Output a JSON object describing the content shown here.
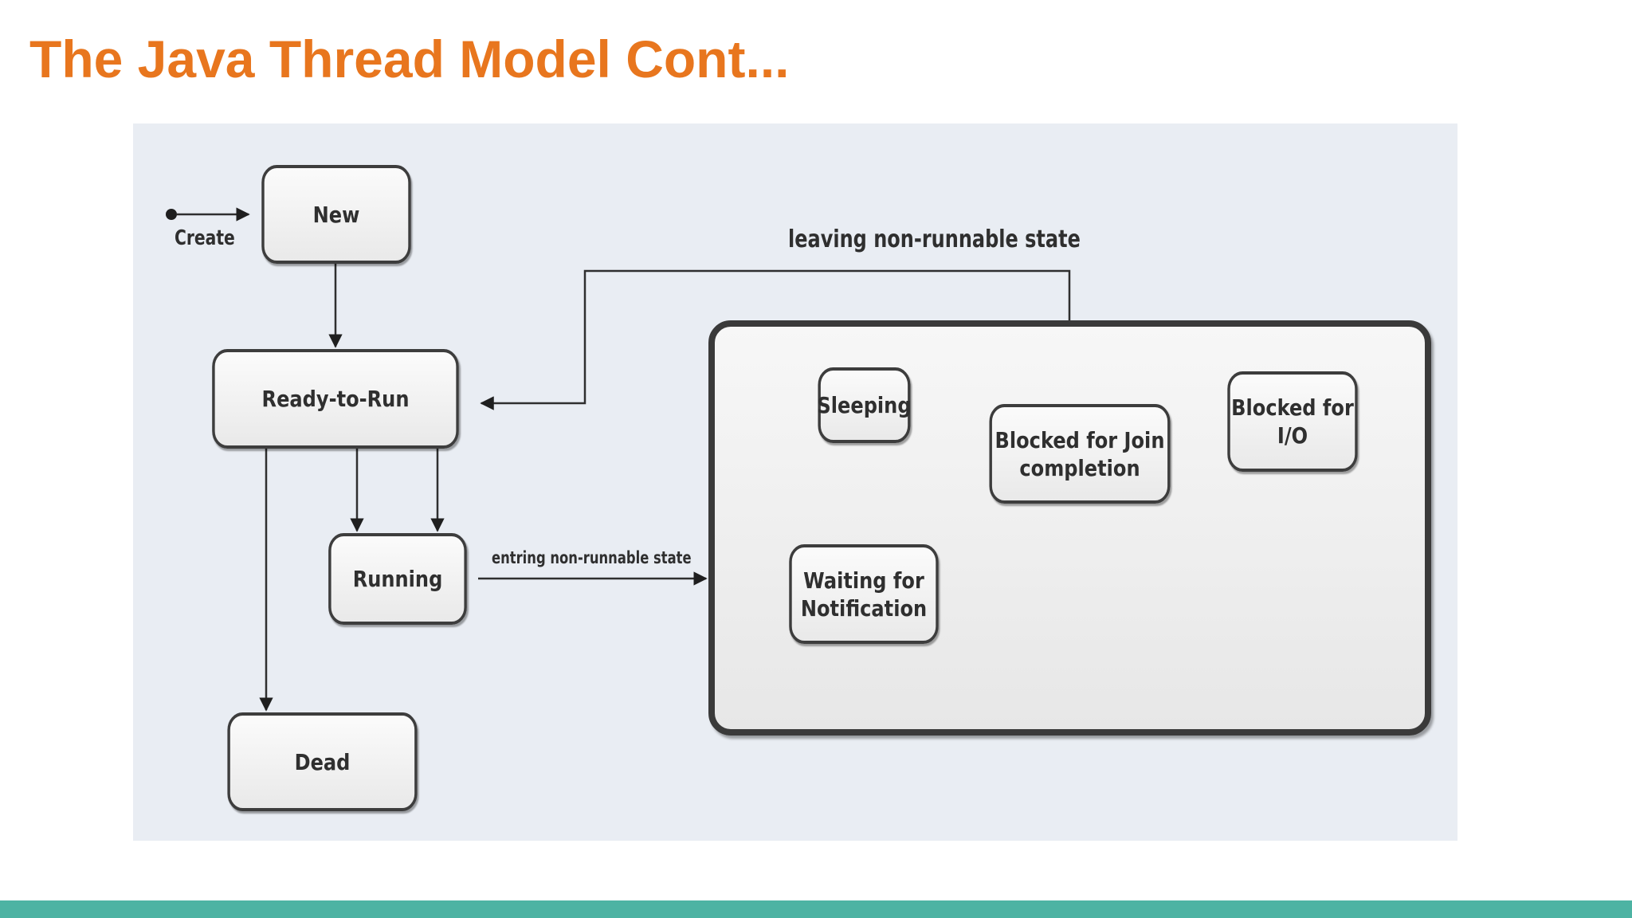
{
  "slide": {
    "title": "The Java Thread Model Cont..."
  },
  "diagram": {
    "states": {
      "new": "New",
      "ready_to_run": "Ready-to-Run",
      "running": "Running",
      "dead": "Dead",
      "sleeping": "Sleeping",
      "blocked_join_line1": "Blocked for Join",
      "blocked_join_line2": "completion",
      "blocked_io_line1": "Blocked for",
      "blocked_io_line2": "I/O",
      "waiting_line1": "Waiting for",
      "waiting_line2": "Notification"
    },
    "edge_labels": {
      "create": "Create",
      "leaving": "leaving non-runnable state",
      "entering": "entring non-runnable state"
    }
  },
  "colors": {
    "title": "#e8761e",
    "accent_bar": "#4db3a3",
    "panel": "#e9edf3",
    "line": "#2f2f2f"
  }
}
